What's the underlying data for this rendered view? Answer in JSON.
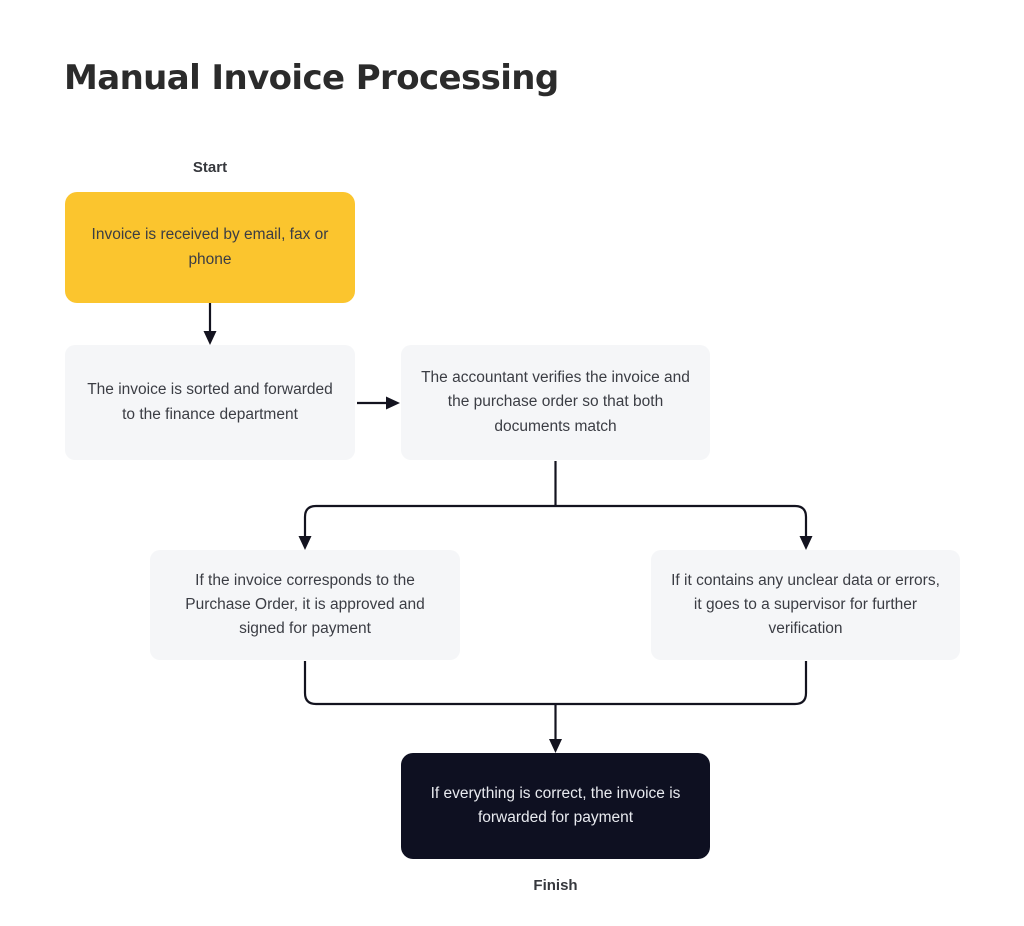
{
  "page": {
    "title": "Manual Invoice Processing",
    "background_color": "#ffffff"
  },
  "colors": {
    "start_node": "#fbc52e",
    "process_node": "#f5f6f8",
    "end_node": "#0e1021",
    "connector": "#13131f",
    "body_text": "#3b3d44",
    "title_text": "#2b2b2b",
    "end_node_text": "#e8eaef"
  },
  "labels": {
    "start": "Start",
    "finish": "Finish"
  },
  "chart_data": {
    "type": "diagram",
    "title": "Manual Invoice Processing",
    "nodes": [
      {
        "id": "start",
        "label": "Invoice is received by\nemail, fax or phone",
        "text": "Invoice is received by email, fax or phone",
        "role": "start",
        "caption": "Start"
      },
      {
        "id": "sorted",
        "label": "The invoice is sorted and forwarded to the finance department",
        "text": "The invoice is sorted and forwarded to the finance department",
        "role": "process"
      },
      {
        "id": "verify",
        "label": "The accountant verifies the invoice and the purchase order so that both documents match",
        "text": "The accountant verifies the invoice and the purchase order so that both documents match",
        "role": "process"
      },
      {
        "id": "approve",
        "label": "If the invoice corresponds to the Purchase Order, it is approved and signed for payment",
        "text": "If the invoice corresponds to the Purchase Order, it is approved and signed for payment",
        "role": "process"
      },
      {
        "id": "unclear",
        "label": "If it contains any unclear data or errors, it goes to a supervisor for further verification",
        "text": "If it contains any unclear data or errors, it goes to a supervisor for further verification",
        "role": "process"
      },
      {
        "id": "final",
        "label": "If everything is correct, the invoice is forwarded for payment",
        "text": "If everything is correct, the invoice is forwarded for payment",
        "role": "end",
        "caption": "Finish"
      }
    ],
    "edges": [
      {
        "from": "start",
        "to": "sorted",
        "direction": "down",
        "arrow": true
      },
      {
        "from": "sorted",
        "to": "verify",
        "direction": "right",
        "arrow": true
      },
      {
        "from": "verify",
        "to": "approve",
        "direction": "split-down-left",
        "arrow": true
      },
      {
        "from": "verify",
        "to": "unclear",
        "direction": "split-down-right",
        "arrow": true
      },
      {
        "from": "approve",
        "to": "final",
        "direction": "merge-down",
        "arrow": true
      },
      {
        "from": "unclear",
        "to": "final",
        "direction": "merge-down",
        "arrow": true
      }
    ]
  },
  "nodes": {
    "start": {
      "text": "Invoice is received by email, fax or phone"
    },
    "sorted": {
      "text": "The invoice is sorted and forwarded to the finance department"
    },
    "verify": {
      "text": "The accountant verifies the invoice and the purchase order so that both documents match"
    },
    "approve": {
      "text": "If the invoice corresponds to the Purchase Order, it is approved and signed for payment"
    },
    "unclear": {
      "text": "If it contains any unclear data or errors, it goes to a supervisor for further verification"
    },
    "final": {
      "text": "If everything is correct, the invoice is forwarded for payment"
    }
  }
}
